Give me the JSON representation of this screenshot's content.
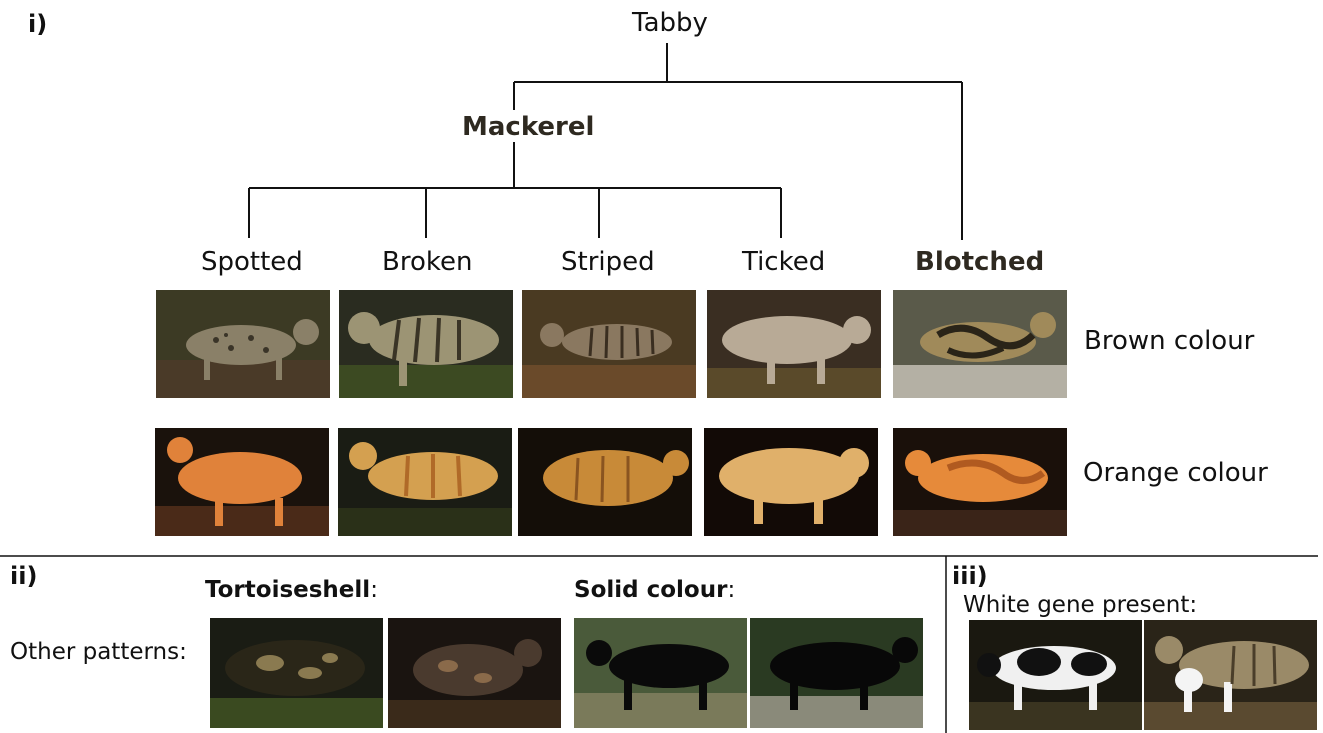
{
  "panels": {
    "i": "i)",
    "ii": "ii)",
    "iii": "iii)"
  },
  "tree": {
    "root": "Tabby",
    "mackerel": "Mackerel",
    "leaves": [
      "Spotted",
      "Broken",
      "Striped",
      "Ticked",
      "Blotched"
    ]
  },
  "rows": {
    "brown": "Brown colour",
    "orange": "Orange colour"
  },
  "other": {
    "label": "Other patterns:",
    "tortoiseshell": "Tortoiseshell",
    "solid": "Solid colour",
    "colon": ":"
  },
  "white_gene": {
    "label": "White gene present:"
  },
  "colors": {
    "line": "#111111",
    "brown_cat": "#8a7a5e",
    "orange_cat": "#e07a2a"
  }
}
